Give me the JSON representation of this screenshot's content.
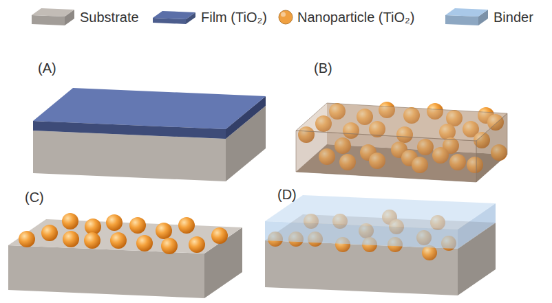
{
  "diagram": {
    "labels": [
      "(A)",
      "(B)",
      "(C)",
      "(D)"
    ],
    "legend": [
      {
        "text": "Substrate",
        "color": "#c2bcb6"
      },
      {
        "text": "Film (TiO₂)",
        "color": "#5b6fa8"
      },
      {
        "text": "Nanoparticle (TiO₂)",
        "color": "#f0a040"
      },
      {
        "text": "Binder",
        "color": "#a9c8e8"
      }
    ]
  }
}
